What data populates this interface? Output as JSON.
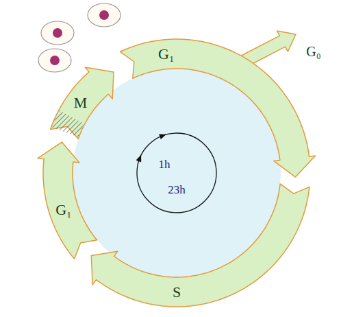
{
  "diagram": {
    "nodes": [
      {
        "text": [
          "G₁"
        ]
      },
      {
        "text": [
          "S"
        ]
      },
      {
        "text": [
          "G₁"
        ]
      },
      {
        "text": [
          "M"
        ]
      },
      {
        "text": [
          "1h",
          "23h"
        ]
      }
    ],
    "labels": [
      "G₀"
    ]
  }
}
